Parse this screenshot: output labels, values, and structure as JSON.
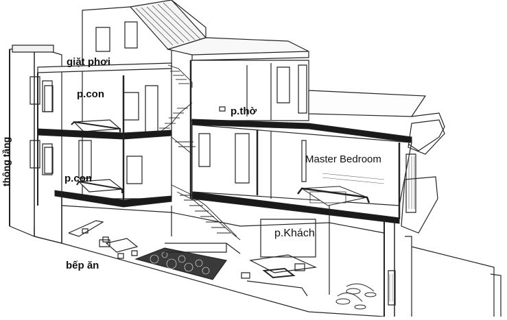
{
  "labels": {
    "drying_room": "giặt phơi",
    "kids_room_upper": "p.con",
    "kids_room_lower": "p.con",
    "altar_room": "p.thờ",
    "master_bedroom": "Master Bedroom",
    "living_room": "p.Khách",
    "kitchen": "bếp ăn",
    "light_well": "thông tầng"
  },
  "colors": {
    "line": "#222222",
    "thin_line": "#555555",
    "slab": "#1a1a1a",
    "background": "#ffffff"
  }
}
